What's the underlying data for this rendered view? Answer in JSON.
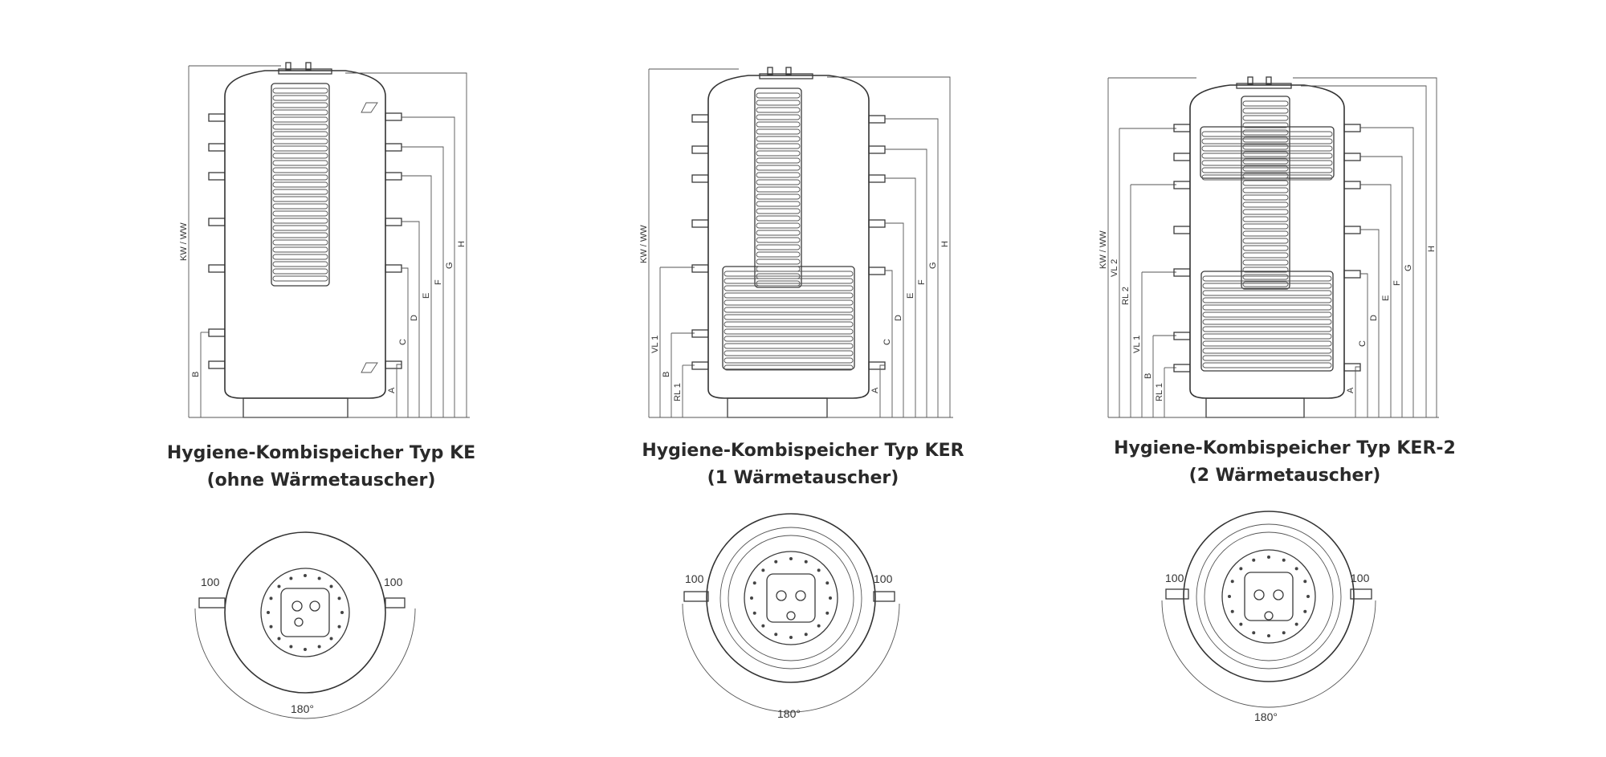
{
  "panels": [
    {
      "title_line1": "Hygiene-Kombispeicher Typ KE",
      "title_line2": "(ohne Wärmetauscher)",
      "height_labels": [
        "A",
        "C",
        "D",
        "E",
        "F",
        "G",
        "H"
      ],
      "left_labels": [
        "KW / WW",
        "B"
      ],
      "top_dim_left": "100",
      "top_dim_right": "100",
      "angle": "180°"
    },
    {
      "title_line1": "Hygiene-Kombispeicher Typ KER",
      "title_line2": "(1 Wärmetauscher)",
      "height_labels": [
        "A",
        "C",
        "D",
        "E",
        "F",
        "G",
        "H"
      ],
      "left_labels": [
        "KW / WW",
        "VL 1",
        "B",
        "RL 1"
      ],
      "top_dim_left": "100",
      "top_dim_right": "100",
      "angle": "180°"
    },
    {
      "title_line1": "Hygiene-Kombispeicher Typ KER-2",
      "title_line2": "(2 Wärmetauscher)",
      "height_labels": [
        "A",
        "C",
        "D",
        "E",
        "F",
        "G",
        "H"
      ],
      "left_labels": [
        "KW / WW",
        "VL 2",
        "RL 2",
        "VL 1",
        "B",
        "RL 1"
      ],
      "top_dim_left": "100",
      "top_dim_right": "100",
      "angle": "180°"
    }
  ]
}
